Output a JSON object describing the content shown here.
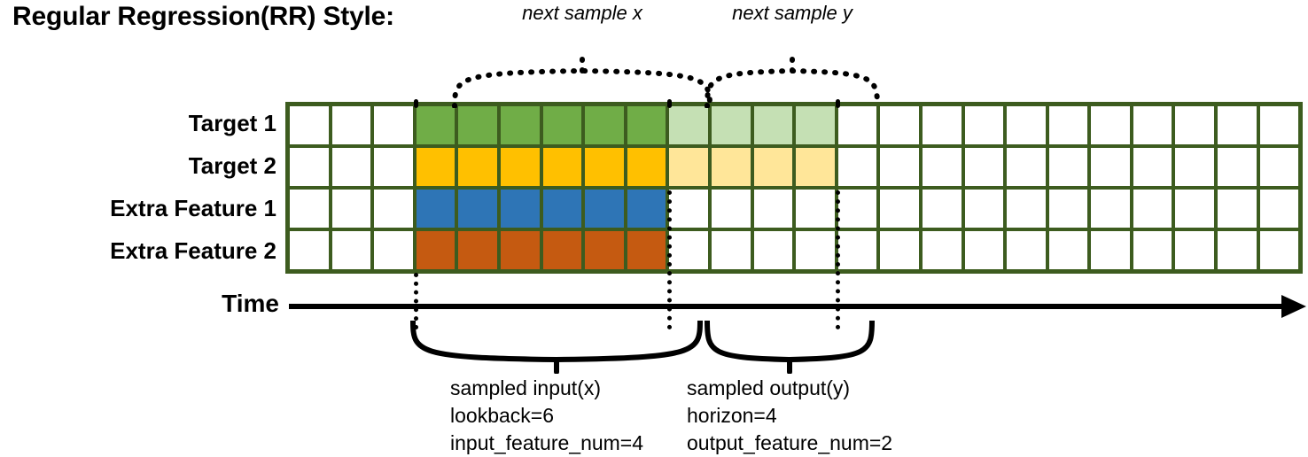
{
  "title": "Regular Regression(RR) Style:",
  "rows": [
    {
      "label": "Target 1",
      "fill": "#70ad47",
      "light": "#c5e0b4",
      "has_output": true
    },
    {
      "label": "Target 2",
      "fill": "#ffc000",
      "light": "#ffe699",
      "has_output": true
    },
    {
      "label": "Extra Feature 1",
      "fill": "#2e75b6",
      "light": null,
      "has_output": false
    },
    {
      "label": "Extra Feature 2",
      "fill": "#c55a11",
      "light": null,
      "has_output": false
    }
  ],
  "grid": {
    "total_columns": 24,
    "lead_blank_columns": 3,
    "input_columns": 6,
    "output_columns": 4,
    "trailing_blank_columns": 11,
    "border_color": "#3d5c1f",
    "blank_fill": "#ffffff"
  },
  "axis": {
    "time_label": "Time"
  },
  "top_braces": [
    {
      "caption": "next sample x"
    },
    {
      "caption": "next sample y"
    }
  ],
  "bottom_annotations": [
    {
      "title": "sampled input(x)",
      "line2": "lookback=6",
      "line3": "input_feature_num=4"
    },
    {
      "title": "sampled output(y)",
      "line2": "horizon=4",
      "line3": "output_feature_num=2"
    }
  ]
}
